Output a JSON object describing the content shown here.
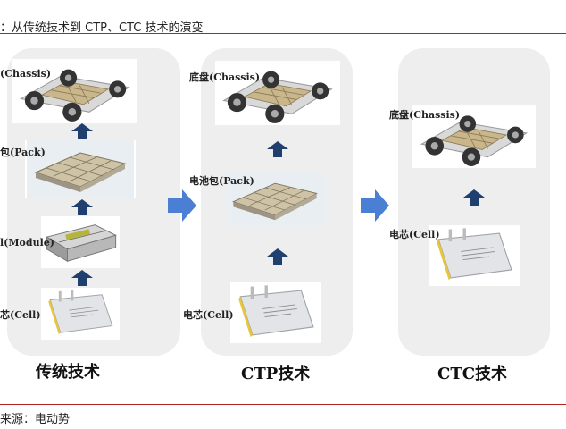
{
  "header": {
    "title": "：从传统技术到 CTP、CTC 技术的演变"
  },
  "footer": {
    "source": "来源：电动势"
  },
  "panels": {
    "traditional": {
      "chassis_label": "(Chassis)",
      "pack_label": "包(Pack)",
      "module_label": "l(Module)",
      "cell_label": "芯(Cell)",
      "name": "传统技术"
    },
    "ctp": {
      "chassis_label": "底盘(Chassis)",
      "pack_label": "电池包(Pack)",
      "cell_label": "电芯(Cell)",
      "name": "CTP技术"
    },
    "ctc": {
      "chassis_label": "底盘(Chassis)",
      "cell_label": "电芯(Cell)",
      "name": "CTC技术"
    }
  },
  "colors": {
    "arrow": "#1f3f6e",
    "right_arrow": "#4a7fd4",
    "rule": "#b22222",
    "panel": "#eeeeee"
  }
}
